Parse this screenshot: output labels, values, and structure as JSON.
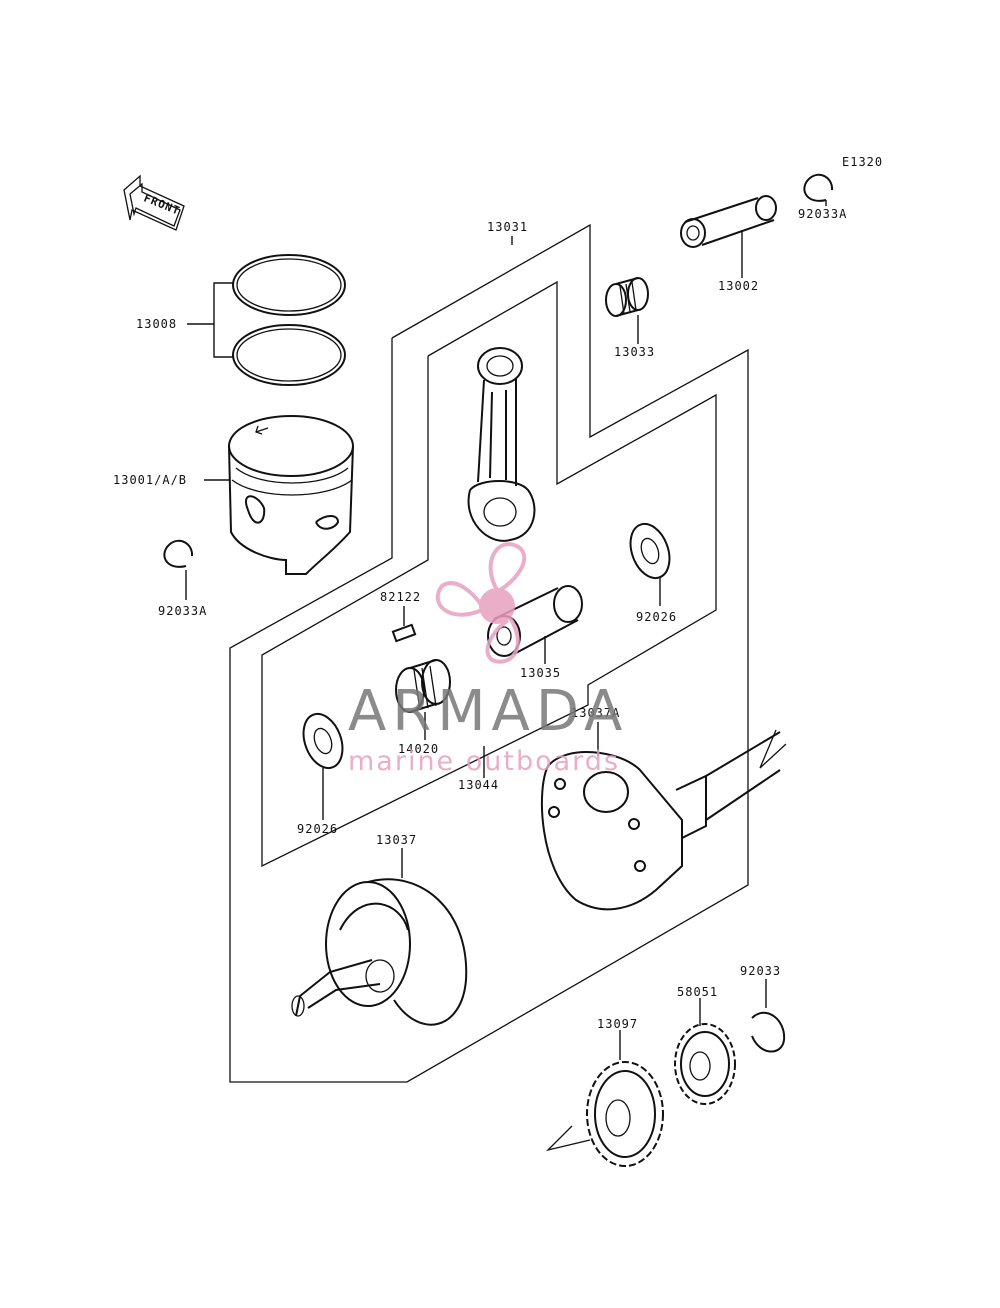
{
  "diagram": {
    "code": "E1320",
    "front_label": "FRONT"
  },
  "labels": {
    "p13031": "13031",
    "p13002": "13002",
    "p92033A_top": "92033A",
    "p13033": "13033",
    "p13008": "13008",
    "p13001": "13001/A/B",
    "p92033A_left": "92033A",
    "p82122": "82122",
    "p92026_right": "92026",
    "p13035": "13035",
    "p13037A": "13037A",
    "p14020": "14020",
    "p13044": "13044",
    "p92026_left": "92026",
    "p13037": "13037",
    "p92033": "92033",
    "p58051": "58051",
    "p13097": "13097"
  },
  "watermark": {
    "brand": "ARMADA",
    "tagline": "marine outboards",
    "colors": {
      "pink": "#e8a0c0",
      "gray": "#777777"
    }
  }
}
